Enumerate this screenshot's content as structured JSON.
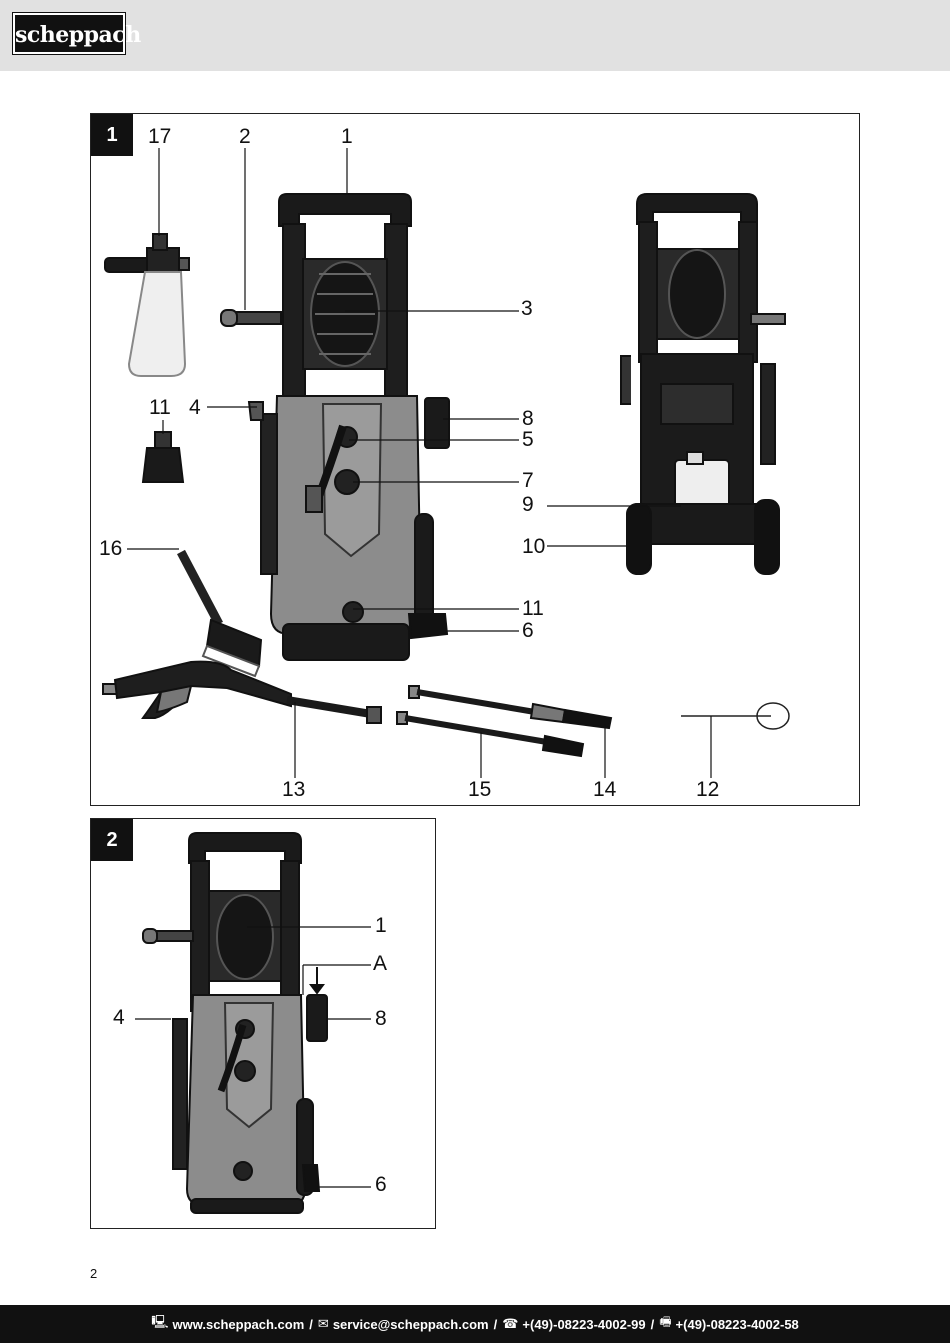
{
  "header": {
    "brand": "scheppach"
  },
  "figure1": {
    "number": "1",
    "labels": {
      "l17": "17",
      "l2": "2",
      "l1": "1",
      "l3": "3",
      "l11a": "11",
      "l4": "4",
      "l8": "8",
      "l5": "5",
      "l7": "7",
      "l9": "9",
      "l16": "16",
      "l10": "10",
      "l11b": "11",
      "l6": "6",
      "l13": "13",
      "l15": "15",
      "l14": "14",
      "l12": "12"
    }
  },
  "figure2": {
    "number": "2",
    "labels": {
      "l1": "1",
      "lA": "A",
      "l4": "4",
      "l8": "8",
      "l6": "6"
    }
  },
  "page_number": "2",
  "footer": {
    "website": "www.scheppach.com",
    "email": "service@scheppach.com",
    "phone": "+(49)-08223-4002-99",
    "fax": "+(49)-08223-4002-58",
    "separator": "/"
  },
  "icons": [
    "computer-icon",
    "mail-icon",
    "phone-icon",
    "fax-icon"
  ]
}
